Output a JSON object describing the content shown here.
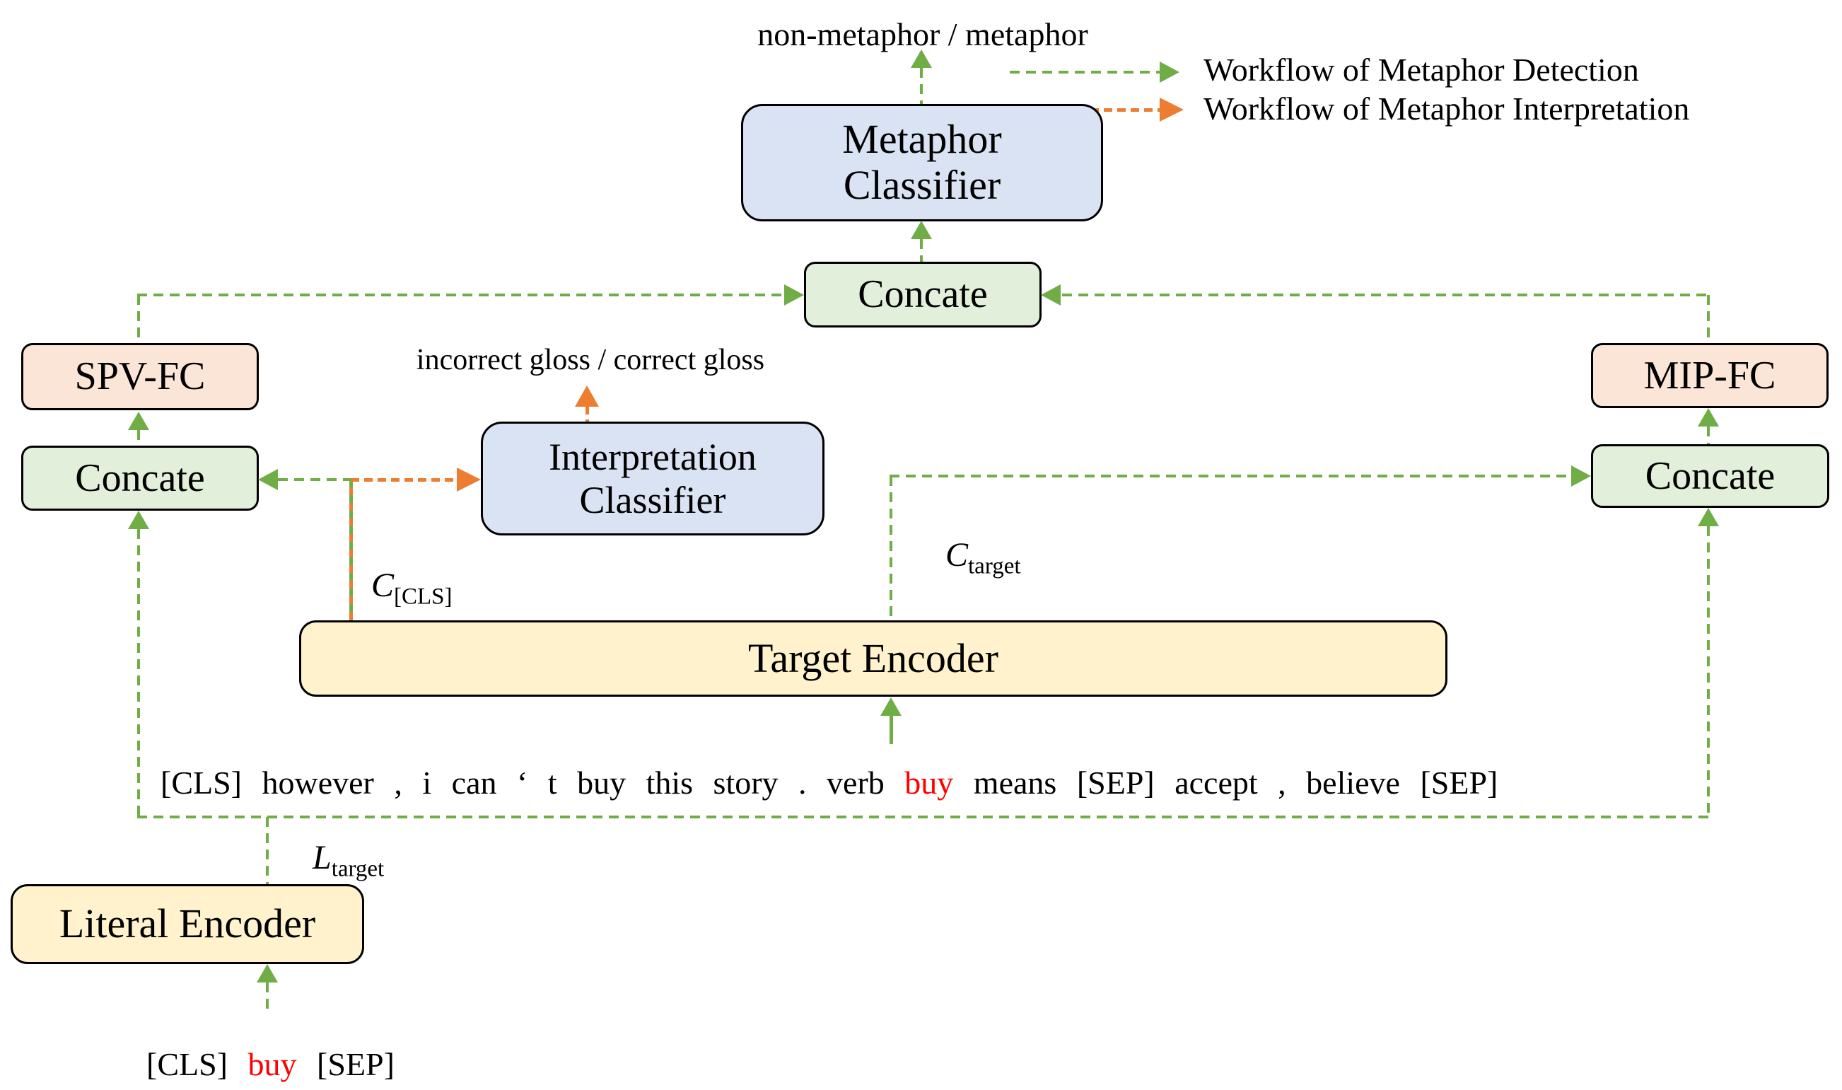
{
  "diagram": {
    "output_labels": {
      "metaphor": "non-metaphor / metaphor",
      "gloss": "incorrect gloss / correct gloss"
    },
    "legend": {
      "detection": "Workflow of Metaphor Detection",
      "interpretation": "Workflow of Metaphor Interpretation"
    },
    "nodes": {
      "metaphor_classifier": {
        "line1": "Metaphor",
        "line2": "Classifier"
      },
      "concate_top": {
        "label": "Concate"
      },
      "spv_fc": {
        "label": "SPV-FC"
      },
      "concate_left": {
        "label": "Concate"
      },
      "mip_fc": {
        "label": "MIP-FC"
      },
      "concate_right": {
        "label": "Concate"
      },
      "interpretation_classifier": {
        "line1": "Interpretation",
        "line2": "Classifier"
      },
      "target_encoder": {
        "label": "Target Encoder"
      },
      "literal_encoder": {
        "label": "Literal Encoder"
      }
    },
    "edge_labels": {
      "c_cls": {
        "main": "C",
        "sub": "[CLS]"
      },
      "c_target": {
        "main": "C",
        "sub": "target"
      },
      "l_target": {
        "main": "L",
        "sub": "target"
      }
    },
    "target_input": {
      "before_red": "[CLS] however , i can ‘ t buy this story . verb",
      "red": "buy",
      "after_red": "means [SEP] accept , believe [SEP]"
    },
    "literal_input": {
      "before_red": "[CLS]",
      "red": "buy",
      "after_red": "[SEP]"
    },
    "colors": {
      "workflow_detection_green": "#70ad47",
      "workflow_interpretation_orange": "#ed7d31",
      "highlight_red": "#ff0000",
      "classifier_blue_fill": "#dae3f3",
      "concate_green_fill": "#e2efda",
      "fc_orange_fill": "#fbe5d6",
      "encoder_yellow_fill": "#fff2cc"
    }
  }
}
